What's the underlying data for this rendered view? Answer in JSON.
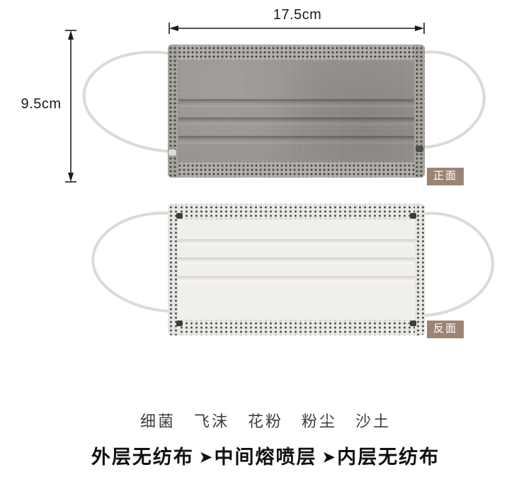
{
  "dimensions": {
    "width": "17.5cm",
    "height": "9.5cm"
  },
  "badges": {
    "front": "正面",
    "back": "反面"
  },
  "features": {
    "items": [
      "细菌",
      "飞沫",
      "花粉",
      "粉尘",
      "沙土"
    ]
  },
  "layers": {
    "parts": [
      "外层无纺布",
      "中间熔喷层",
      "内层无纺布"
    ],
    "arrow": "➤"
  },
  "colors": {
    "badge_brown": "#9c8473",
    "front_mask_grey": "#98948f",
    "back_mask_white": "#f1efec"
  }
}
